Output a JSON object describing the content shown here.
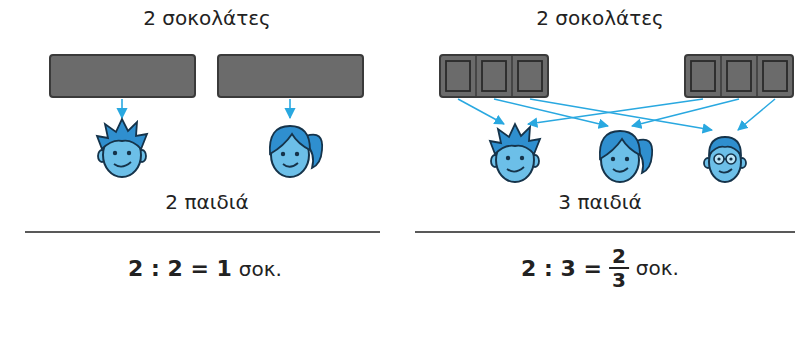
{
  "diagram": {
    "labels": [
      "2 σοκολάτες",
      "2 σοκολάτες",
      "2 παιδιά",
      "3 παιδιά",
      "2 : 2 = 1",
      "σοκ.",
      "2 : 3 =",
      "2",
      "3",
      "σοκ."
    ]
  }
}
